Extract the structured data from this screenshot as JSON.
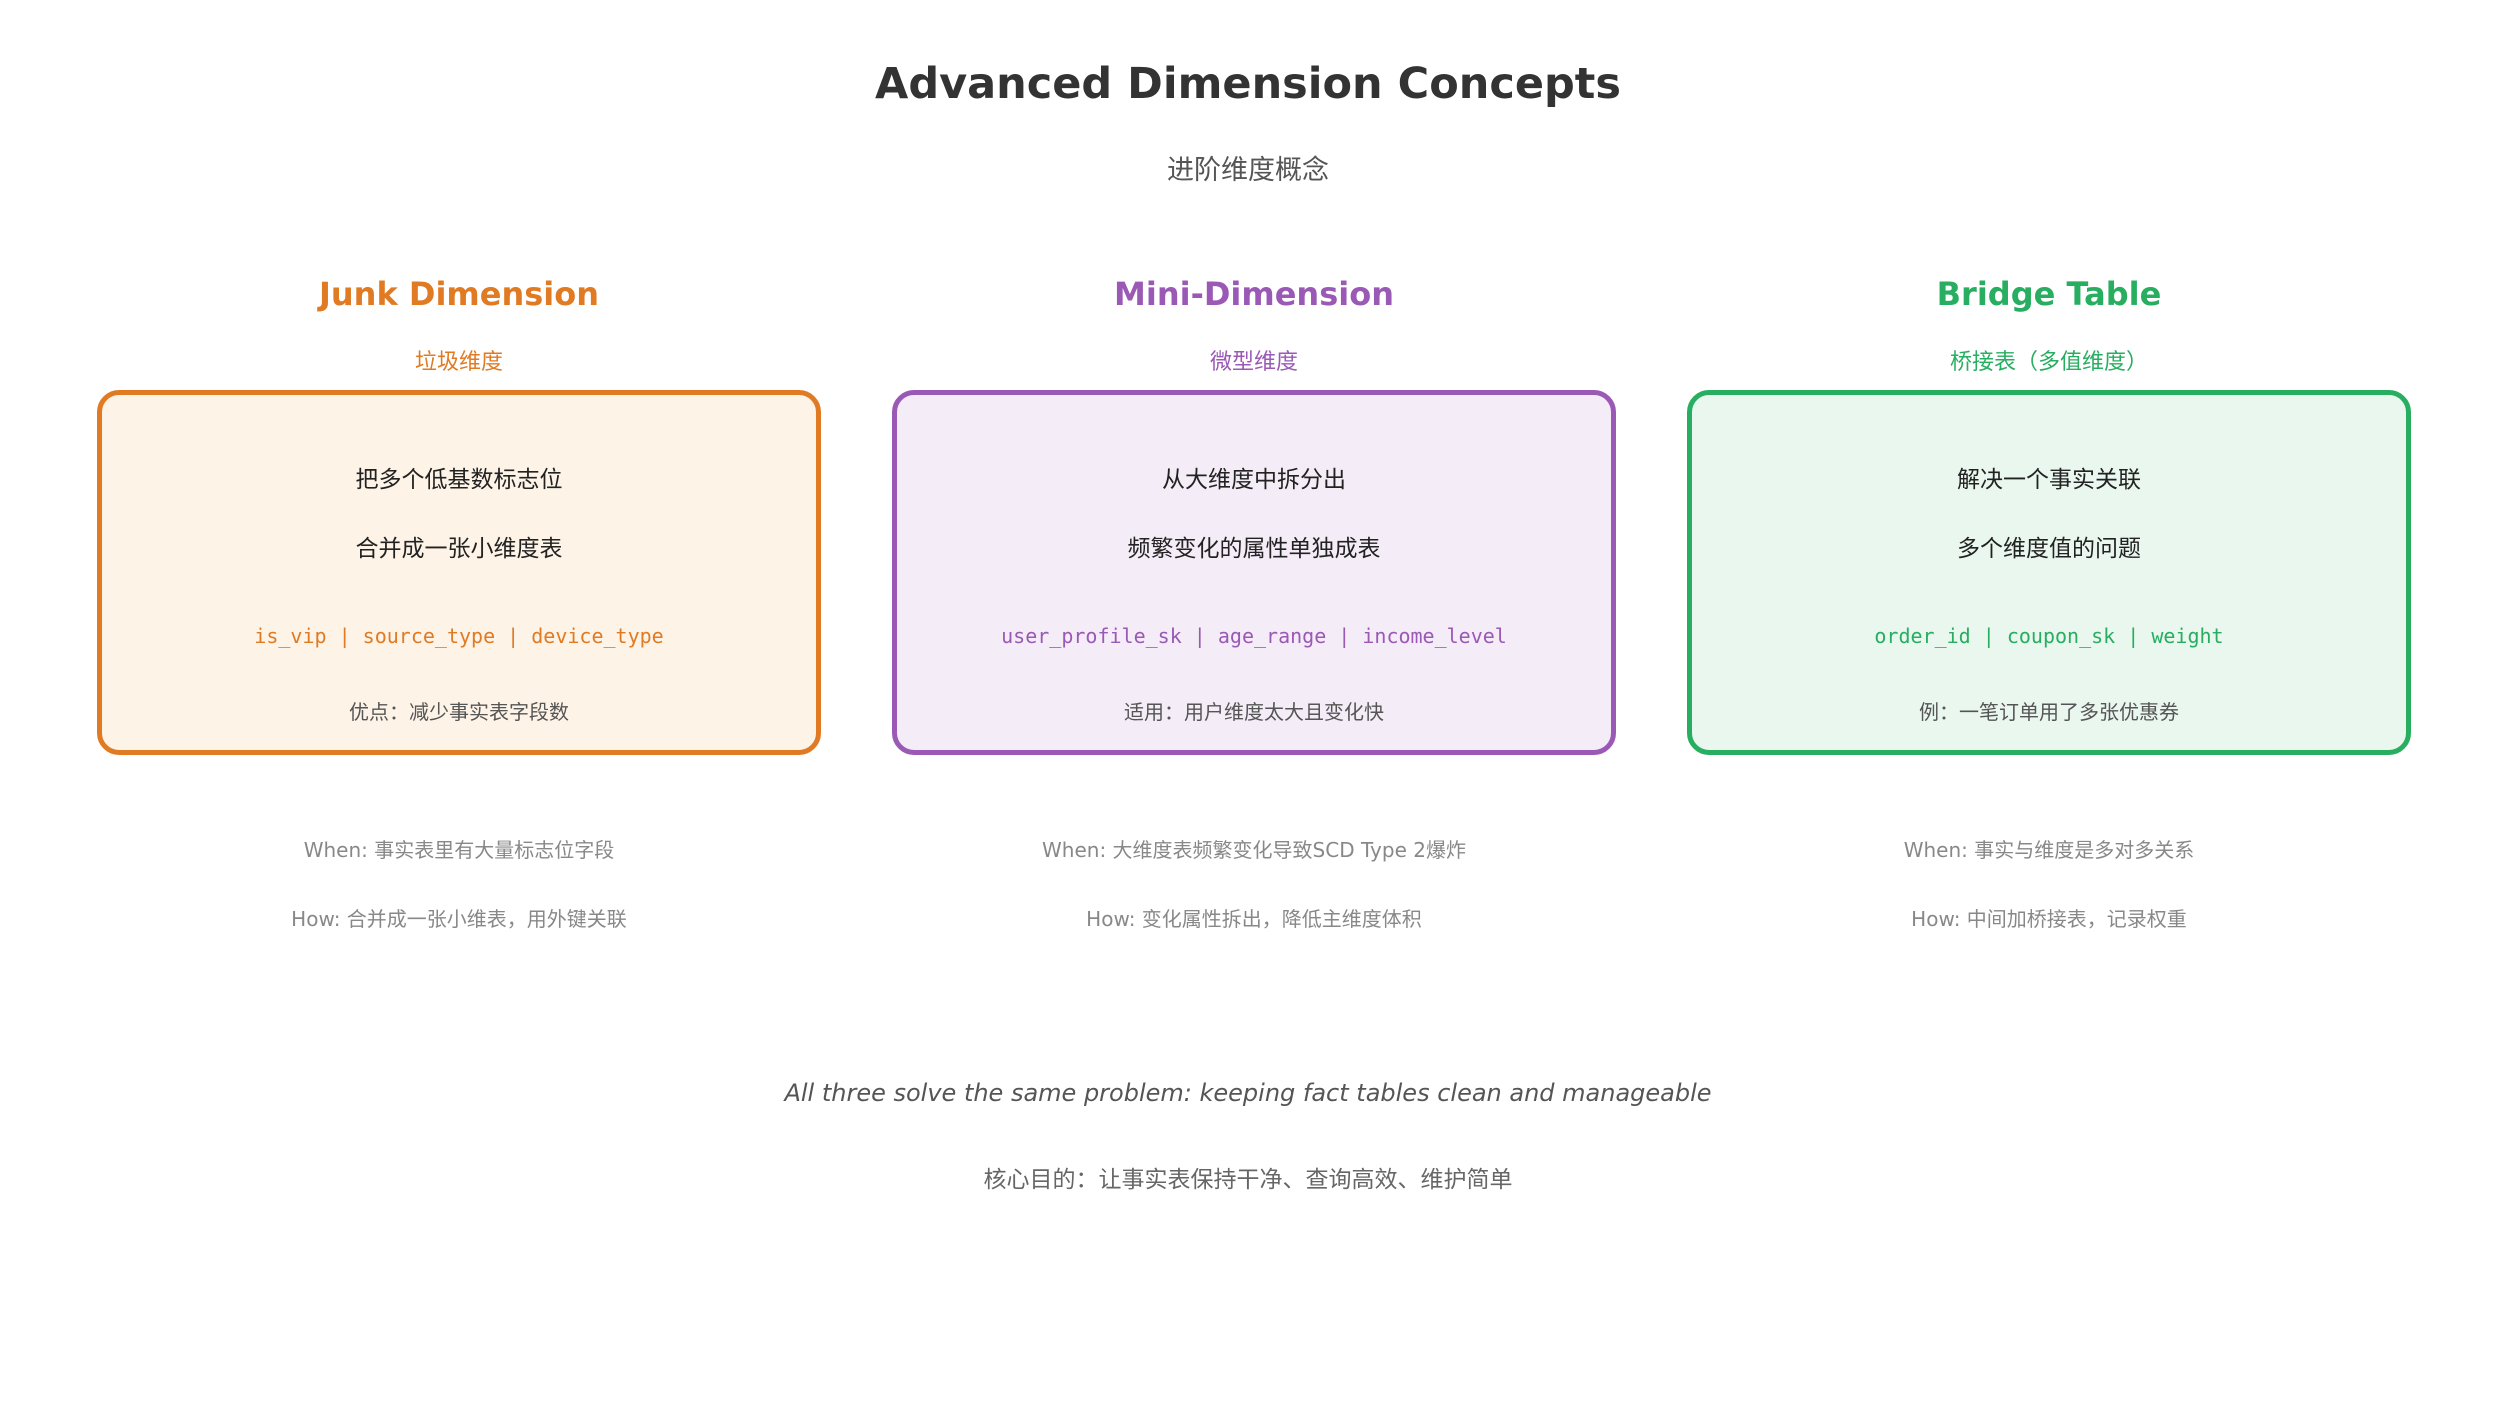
{
  "header": {
    "title": "Advanced Dimension Concepts",
    "subtitle": "进阶维度概念"
  },
  "columns": [
    {
      "title": "Junk Dimension",
      "subtitle": "垃圾维度",
      "accent_color": "#E07B24",
      "fill_color": "#FDF3E7",
      "line1": "把多个低基数标志位",
      "line2": "合并成一张小维度表",
      "code": "is_vip | source_type | device_type",
      "note": "优点：减少事实表字段数",
      "when": "When: 事实表里有大量标志位字段",
      "how": "How: 合并成一张小维表，用外键关联"
    },
    {
      "title": "Mini-Dimension",
      "subtitle": "微型维度",
      "accent_color": "#9B59B6",
      "fill_color": "#F4ECF7",
      "line1": "从大维度中拆分出",
      "line2": "频繁变化的属性单独成表",
      "code": "user_profile_sk | age_range | income_level",
      "note": "适用：用户维度太大且变化快",
      "when": "When: 大维度表频繁变化导致SCD Type 2爆炸",
      "how": "How: 变化属性拆出，降低主维度体积"
    },
    {
      "title": "Bridge Table",
      "subtitle": "桥接表（多值维度）",
      "accent_color": "#27AE60",
      "fill_color": "#E9F7EF",
      "line1": "解决一个事实关联",
      "line2": "多个维度值的问题",
      "code": "order_id | coupon_sk | weight",
      "note": "例：一笔订单用了多张优惠券",
      "when": "When: 事实与维度是多对多关系",
      "how": "How: 中间加桥接表，记录权重"
    }
  ],
  "footer": {
    "english": "All three solve the same problem: keeping fact tables clean and manageable",
    "chinese": "核心目的：让事实表保持干净、查询高效、维护简单"
  }
}
